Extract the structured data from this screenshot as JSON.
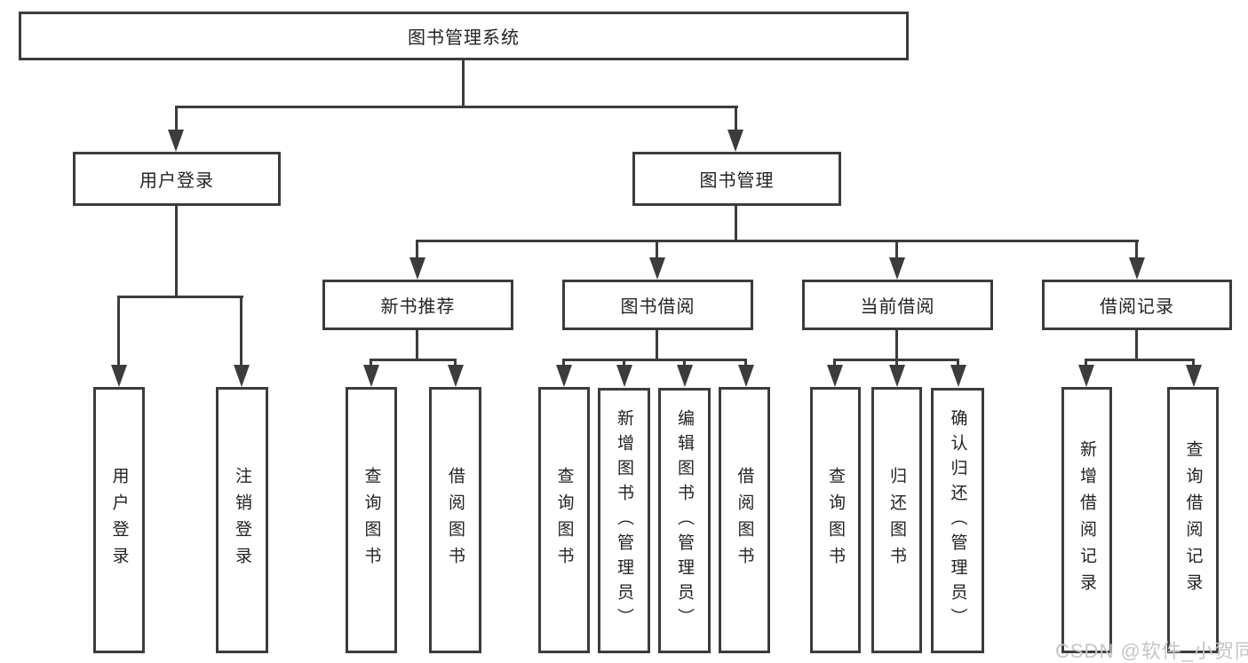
{
  "diagram": {
    "root": {
      "label": "图书管理系统"
    },
    "level2": [
      {
        "label": "用户登录"
      },
      {
        "label": "图书管理"
      }
    ],
    "level3": [
      {
        "label": "新书推荐"
      },
      {
        "label": "图书借阅"
      },
      {
        "label": "当前借阅"
      },
      {
        "label": "借阅记录"
      }
    ],
    "leaves": [
      {
        "label": "用户登录"
      },
      {
        "label": "注销登录"
      },
      {
        "label": "查询图书"
      },
      {
        "label": "借阅图书"
      },
      {
        "label": "查询图书"
      },
      {
        "label": "新增图书（管理员）"
      },
      {
        "label": "编辑图书（管理员）"
      },
      {
        "label": "借阅图书"
      },
      {
        "label": "查询图书"
      },
      {
        "label": "归还图书"
      },
      {
        "label": "确认归还（管理员）"
      },
      {
        "label": "新增借阅记录"
      },
      {
        "label": "查询借阅记录"
      }
    ],
    "hierarchy": {
      "图书管理系统": [
        "用户登录",
        "图书管理"
      ],
      "用户登录": [
        "用户登录",
        "注销登录"
      ],
      "图书管理": [
        "新书推荐",
        "图书借阅",
        "当前借阅",
        "借阅记录"
      ],
      "新书推荐": [
        "查询图书",
        "借阅图书"
      ],
      "图书借阅": [
        "查询图书",
        "新增图书（管理员）",
        "编辑图书（管理员）",
        "借阅图书"
      ],
      "当前借阅": [
        "查询图书",
        "归还图书",
        "确认归还（管理员）"
      ],
      "借阅记录": [
        "新增借阅记录",
        "查询借阅记录"
      ]
    },
    "colors": {
      "line": "#3c3c3c",
      "text": "#232323",
      "background": "#ffffff",
      "watermark": "#c3c6c9"
    },
    "watermark": {
      "text": "CSDN @软件_小贺同学"
    }
  }
}
